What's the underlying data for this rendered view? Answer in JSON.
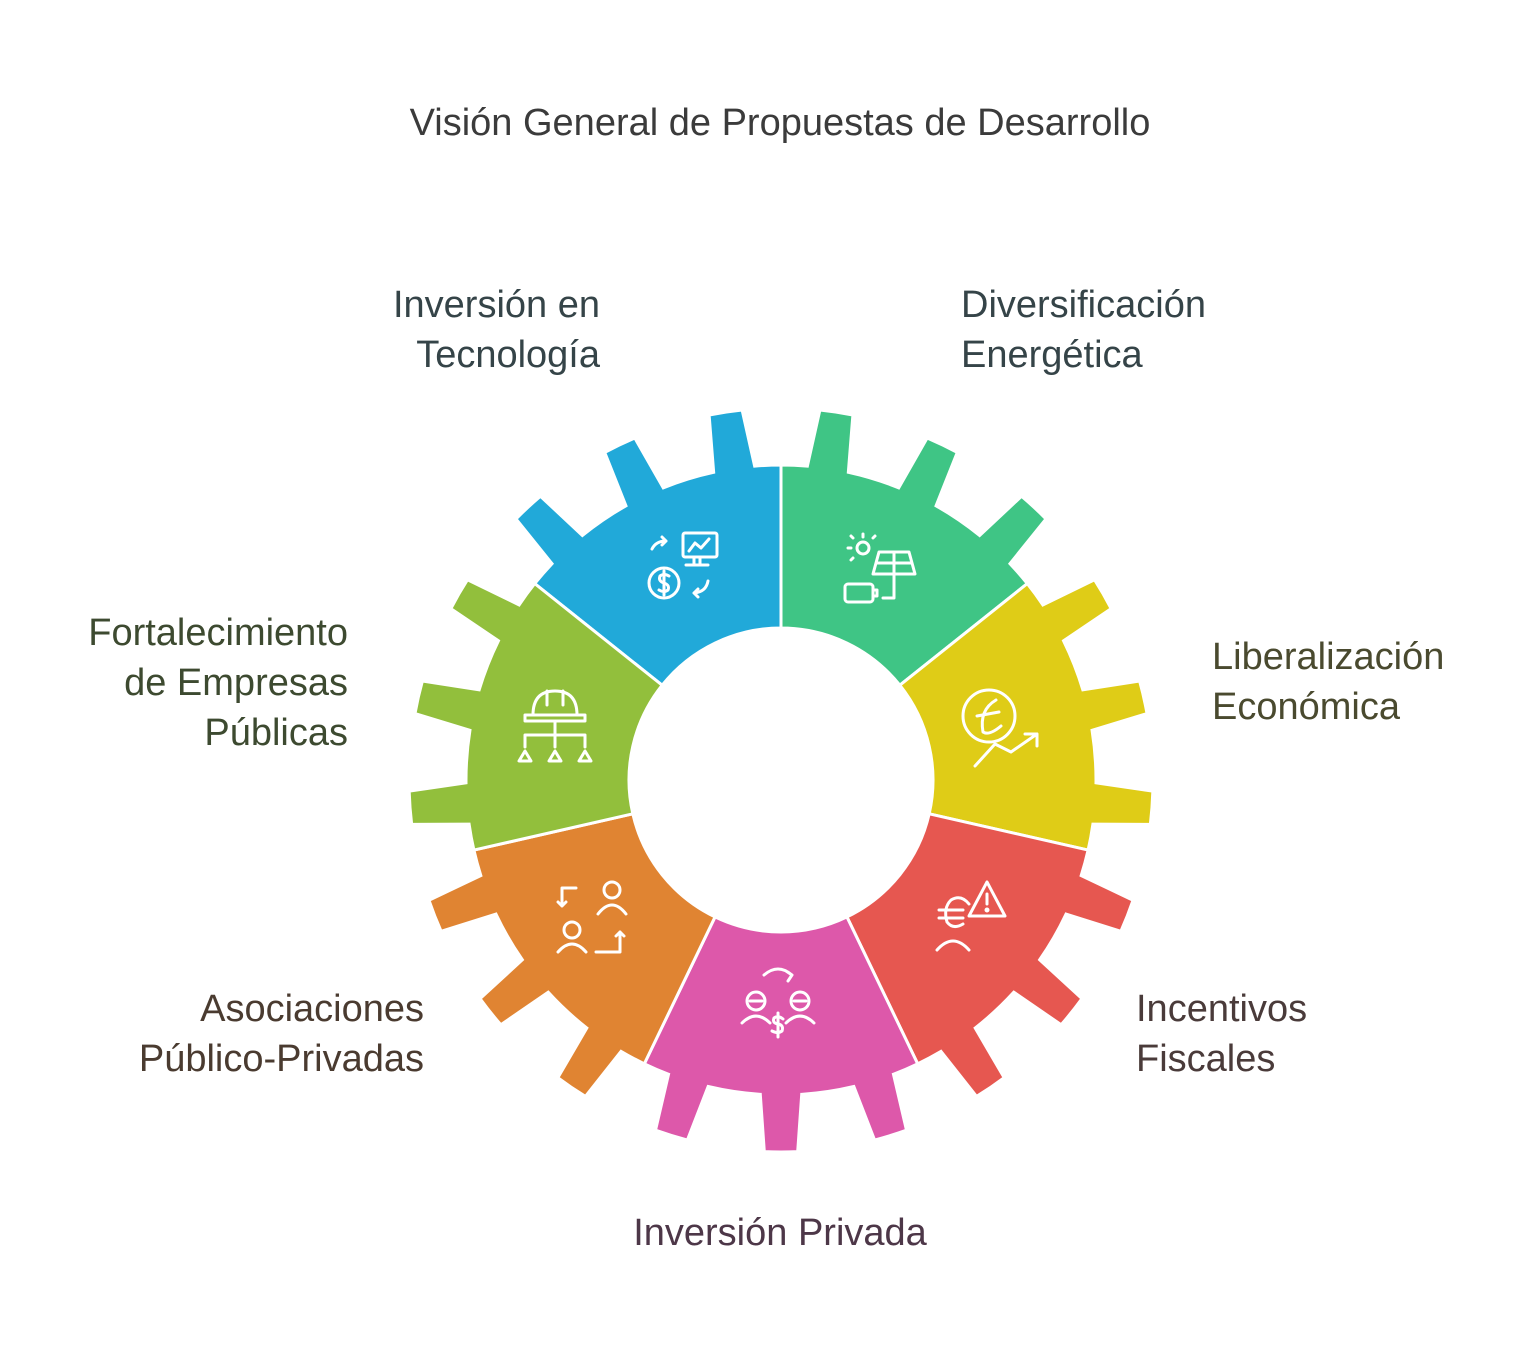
{
  "title": "Visión General de Propuestas de Desarrollo",
  "segments": [
    {
      "id": "tecnologia",
      "lines": [
        "Inversión en",
        "Tecnología"
      ],
      "color": "#21a9d9",
      "text_color": "#354448",
      "icon": "money-monitor-exchange-icon"
    },
    {
      "id": "energia",
      "lines": [
        "Diversificación",
        "Energética"
      ],
      "color": "#3fc585",
      "text_color": "#354448",
      "icon": "solar-panel-battery-icon"
    },
    {
      "id": "liberalizacion",
      "lines": [
        "Liberalización",
        "Económica"
      ],
      "color": "#dfcc17",
      "text_color": "#4a4a2f",
      "icon": "currency-growth-icon"
    },
    {
      "id": "fiscal",
      "lines": [
        "Incentivos",
        "Fiscales"
      ],
      "color": "#e65750",
      "text_color": "#4a3b3a",
      "icon": "euro-warning-icon"
    },
    {
      "id": "privada",
      "lines": [
        "Inversión Privada"
      ],
      "color": "#dd58aa",
      "text_color": "#4d3748",
      "icon": "investors-exchange-icon"
    },
    {
      "id": "app",
      "lines": [
        "Asociaciones",
        "Público-Privadas"
      ],
      "color": "#e08432",
      "text_color": "#4a3b30",
      "icon": "partnership-exchange-icon"
    },
    {
      "id": "empresas",
      "lines": [
        "Fortalecimiento",
        "de Empresas",
        "Públicas"
      ],
      "color": "#92bf3c",
      "text_color": "#3d4a30",
      "icon": "hardhat-hierarchy-icon"
    }
  ]
}
